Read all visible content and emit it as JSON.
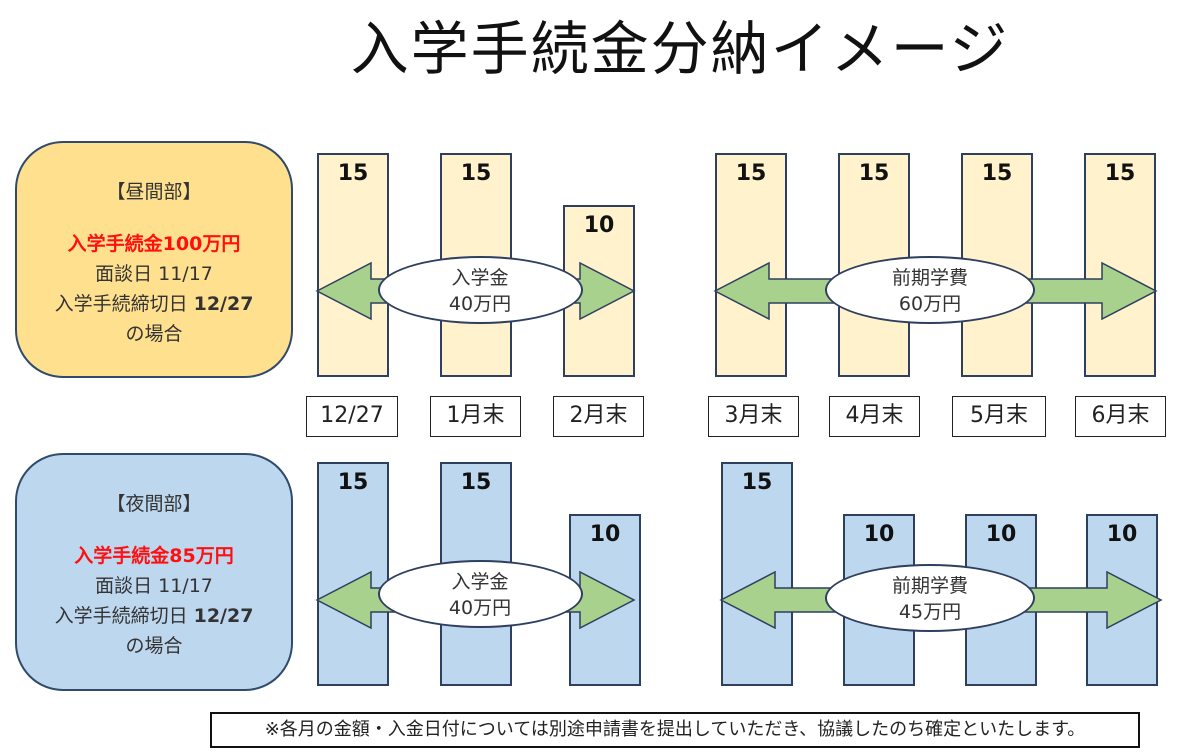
{
  "title": "入学手続金分納イメージ",
  "colors": {
    "day": "#fff2cc",
    "day_panel": "#ffe08f",
    "night": "#bdd7ee",
    "night_panel": "#bdd7ee",
    "arrow": "#a9d18e",
    "border": "#2f3f5f"
  },
  "dates": [
    "12/27",
    "1月末",
    "2月末",
    "3月末",
    "4月末",
    "5月末",
    "6月末"
  ],
  "day": {
    "heading": "【昼間部】",
    "fee": "入学手続金100万円",
    "interview": "面談日 11/17",
    "deadline_label": "入学手続締切日 ",
    "deadline": "12/27",
    "suffix": "の場合",
    "bars": [
      15,
      15,
      10,
      15,
      15,
      15,
      15
    ],
    "admission": {
      "label": "入学金",
      "amount": "40万円"
    },
    "tuition": {
      "label": "前期学費",
      "amount": "60万円"
    }
  },
  "night": {
    "heading": "【夜間部】",
    "fee": "入学手続金85万円",
    "interview": "面談日 11/17",
    "deadline_label": "入学手続締切日 ",
    "deadline": "12/27",
    "suffix": "の場合",
    "bars": [
      15,
      15,
      10,
      15,
      10,
      10,
      10
    ],
    "admission": {
      "label": "入学金",
      "amount": "40万円"
    },
    "tuition": {
      "label": "前期学費",
      "amount": "45万円"
    }
  },
  "note": "※各月の金額・入金日付については別途申請書を提出していただき、協議したのち確定といたします。"
}
